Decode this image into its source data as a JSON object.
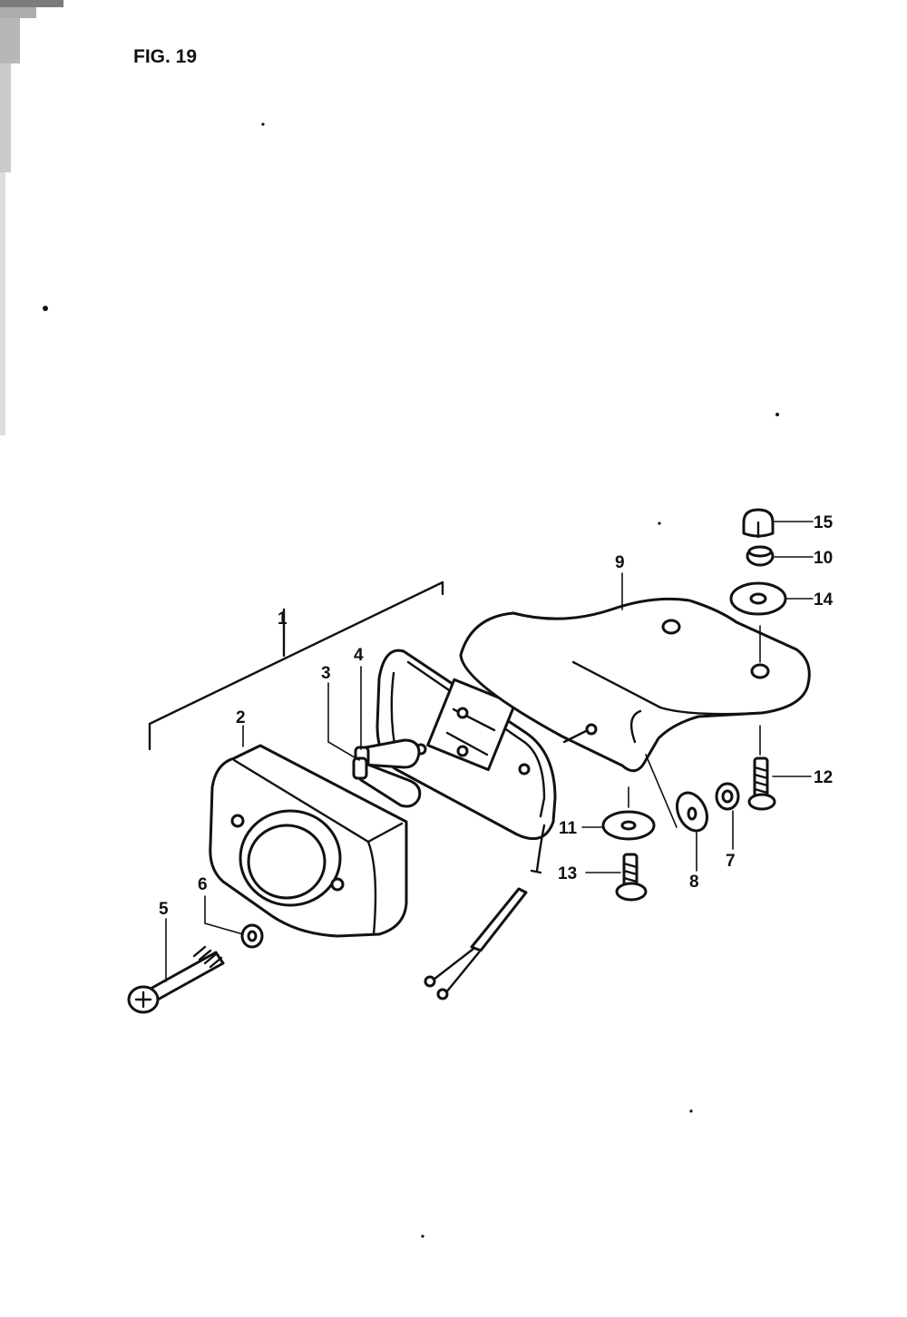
{
  "figure": {
    "title": "FIG. 19"
  },
  "callouts": [
    {
      "id": "1",
      "text": "1"
    },
    {
      "id": "2",
      "text": "2"
    },
    {
      "id": "3",
      "text": "3"
    },
    {
      "id": "4",
      "text": "4"
    },
    {
      "id": "5",
      "text": "5"
    },
    {
      "id": "6",
      "text": "6"
    },
    {
      "id": "7",
      "text": "7"
    },
    {
      "id": "8",
      "text": "8"
    },
    {
      "id": "9",
      "text": "9"
    },
    {
      "id": "10",
      "text": "10"
    },
    {
      "id": "11",
      "text": "11"
    },
    {
      "id": "12",
      "text": "12"
    },
    {
      "id": "13",
      "text": "13"
    },
    {
      "id": "14",
      "text": "14"
    },
    {
      "id": "15",
      "text": "15"
    }
  ]
}
